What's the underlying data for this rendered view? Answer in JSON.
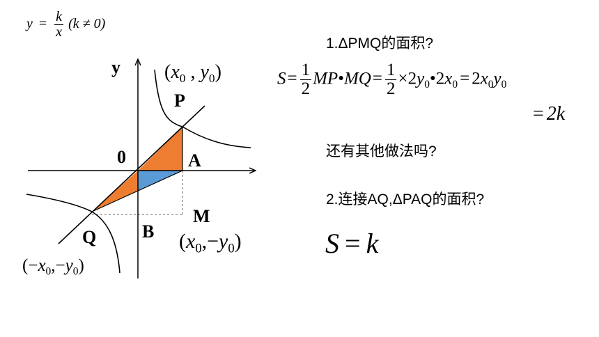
{
  "formula": {
    "y": "y",
    "eq": "=",
    "num": "k",
    "den": "x",
    "cond": "(k ≠ 0)"
  },
  "diagram": {
    "axis_y": "y",
    "origin": "0",
    "P": "P",
    "A": "A",
    "M": "M",
    "Q": "Q",
    "B": "B",
    "coord_P": {
      "open": "(",
      "x": "x",
      "sub": "0",
      "comma": " , ",
      "y": "y",
      "close": ")"
    },
    "coord_M": {
      "open": "(",
      "x": "x",
      "sub": "0",
      "comma": ",−",
      "y": "y",
      "close": ")"
    },
    "coord_Q": {
      "open": "(−",
      "x": "x",
      "sub": "0",
      "comma": ",−",
      "y": "y",
      "close": ")"
    },
    "colors": {
      "orange": "#ED7D31",
      "blue": "#5B9BD5"
    }
  },
  "q1": {
    "title": "1.ΔPMQ的面积?",
    "S": "S",
    "eq": "=",
    "half_num": "1",
    "half_den": "2",
    "MP": "MP",
    "bullet": "•",
    "MQ": "MQ",
    "times": "×",
    "two": "2",
    "y0": "y",
    "x0": "x",
    "sub": "0",
    "result": "2k"
  },
  "other": "还有其他做法吗?",
  "q2": {
    "title": "2.连接AQ,ΔPAQ的面积?",
    "answer_S": "S",
    "answer_eq": "=",
    "answer_k": "k"
  }
}
